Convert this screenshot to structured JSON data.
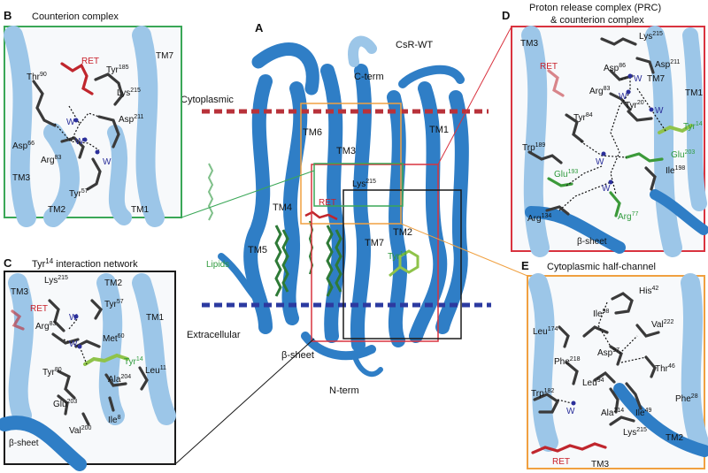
{
  "panels": {
    "A": {
      "letter": "A",
      "title": "CsR-WT",
      "labels": {
        "cterm": "C-term",
        "nterm": "N-term",
        "cytoplasmic": "Cytoplasmic",
        "extracellular": "Extracellular",
        "lipids": "Lipids",
        "betasheet": "β-sheet",
        "tm1": "TM1",
        "tm2": "TM2",
        "tm3": "TM3",
        "tm4": "TM4",
        "tm5": "TM5",
        "tm6": "TM6",
        "tm7": "TM7",
        "ret": "RET",
        "lys": "Lys",
        "lys_sup": "215",
        "tyr": "Tyr",
        "tyr_sup": "14"
      }
    },
    "B": {
      "letter": "B",
      "title": "Counterion complex",
      "labels": {
        "ret": "RET",
        "thr": "Thr",
        "thr_sup": "90",
        "tyr185": "Tyr",
        "tyr185_sup": "185",
        "tm7": "TM7",
        "lys": "Lys",
        "lys_sup": "215",
        "asp211": "Asp",
        "asp211_sup": "211",
        "asp66": "Asp",
        "asp66_sup": "66",
        "arg": "Arg",
        "arg_sup": "83",
        "tm3": "TM3",
        "tm2": "TM2",
        "tm1": "TM1",
        "tyr57": "Tyr",
        "tyr57_sup": "57",
        "w": "W"
      }
    },
    "C": {
      "letter": "C",
      "title": "Tyr",
      "title_sup": "14",
      "title_rest": " interaction network",
      "labels": {
        "lys": "Lys",
        "lys_sup": "215",
        "tm3": "TM3",
        "tm2": "TM2",
        "tm1": "TM1",
        "ret": "RET",
        "tyr57": "Tyr",
        "tyr57_sup": "57",
        "arg": "Arg",
        "arg_sup": "83",
        "met": "Met",
        "met_sup": "60",
        "tyr14": "Tyr",
        "tyr14_sup": "14",
        "tyr80": "Tyr",
        "tyr80_sup": "80",
        "ala": "Ala",
        "ala_sup": "204",
        "leu": "Leu",
        "leu_sup": "11",
        "glu": "Glu",
        "glu_sup": "203",
        "ile": "Ile",
        "ile_sup": "8",
        "val": "Val",
        "val_sup": "200",
        "betasheet": "β-sheet",
        "w": "W"
      }
    },
    "D": {
      "letter": "D",
      "title_line1": "Proton release complex (PRC)",
      "title_line2": "& counterion complex",
      "labels": {
        "tm3": "TM3",
        "lys": "Lys",
        "lys_sup": "215",
        "ret": "RET",
        "asp86": "Asp",
        "asp86_sup": "86",
        "asp211": "Asp",
        "asp211_sup": "211",
        "tm7": "TM7",
        "arg83": "Arg",
        "arg83_sup": "83",
        "tm1": "TM1",
        "tyr84": "Tyr",
        "tyr84_sup": "84",
        "tyr20": "Tyr",
        "tyr20_sup": "20",
        "tyr14": "Tyr",
        "tyr14_sup": "14",
        "trp": "Trp",
        "trp_sup": "189",
        "glu203": "Glu",
        "glu203_sup": "203",
        "glu193": "Glu",
        "glu193_sup": "193",
        "ile": "Ile",
        "ile_sup": "198",
        "arg134": "Arg",
        "arg134_sup": "134",
        "arg77": "Arg",
        "arg77_sup": "77",
        "betasheet": "β-sheet",
        "w": "W"
      }
    },
    "E": {
      "letter": "E",
      "title": "Cytoplasmic half-channel",
      "labels": {
        "his": "His",
        "his_sup": "42",
        "ile98": "Ile",
        "ile98_sup": "98",
        "leu174": "Leu",
        "leu174_sup": "174",
        "val": "Val",
        "val_sup": "222",
        "asp": "Asp",
        "asp_sup": "97",
        "phe218": "Phe",
        "phe218_sup": "218",
        "thr": "Thr",
        "thr_sup": "46",
        "leu94": "Leu",
        "leu94_sup": "94",
        "trp": "Trp",
        "trp_sup": "182",
        "phe28": "Phe",
        "phe28_sup": "28",
        "ala": "Ala",
        "ala_sup": "214",
        "ile49": "Ile",
        "ile49_sup": "49",
        "lys": "Lys",
        "lys_sup": "215",
        "tm2": "TM2",
        "ret": "RET",
        "tm3": "TM3",
        "w": "W"
      }
    }
  },
  "colors": {
    "panel_B_border": "#3aa757",
    "panel_C_border": "#1a1a1a",
    "panel_D_border": "#d9333f",
    "panel_E_border": "#f0a040",
    "helix": "#2f7ec6",
    "retinal": "#c0262d",
    "water": "#2b2f9a",
    "cytoplasmic_plane": "#b8323a",
    "extracellular_plane": "#2c3aa0",
    "lipid": "#2e7a36"
  }
}
